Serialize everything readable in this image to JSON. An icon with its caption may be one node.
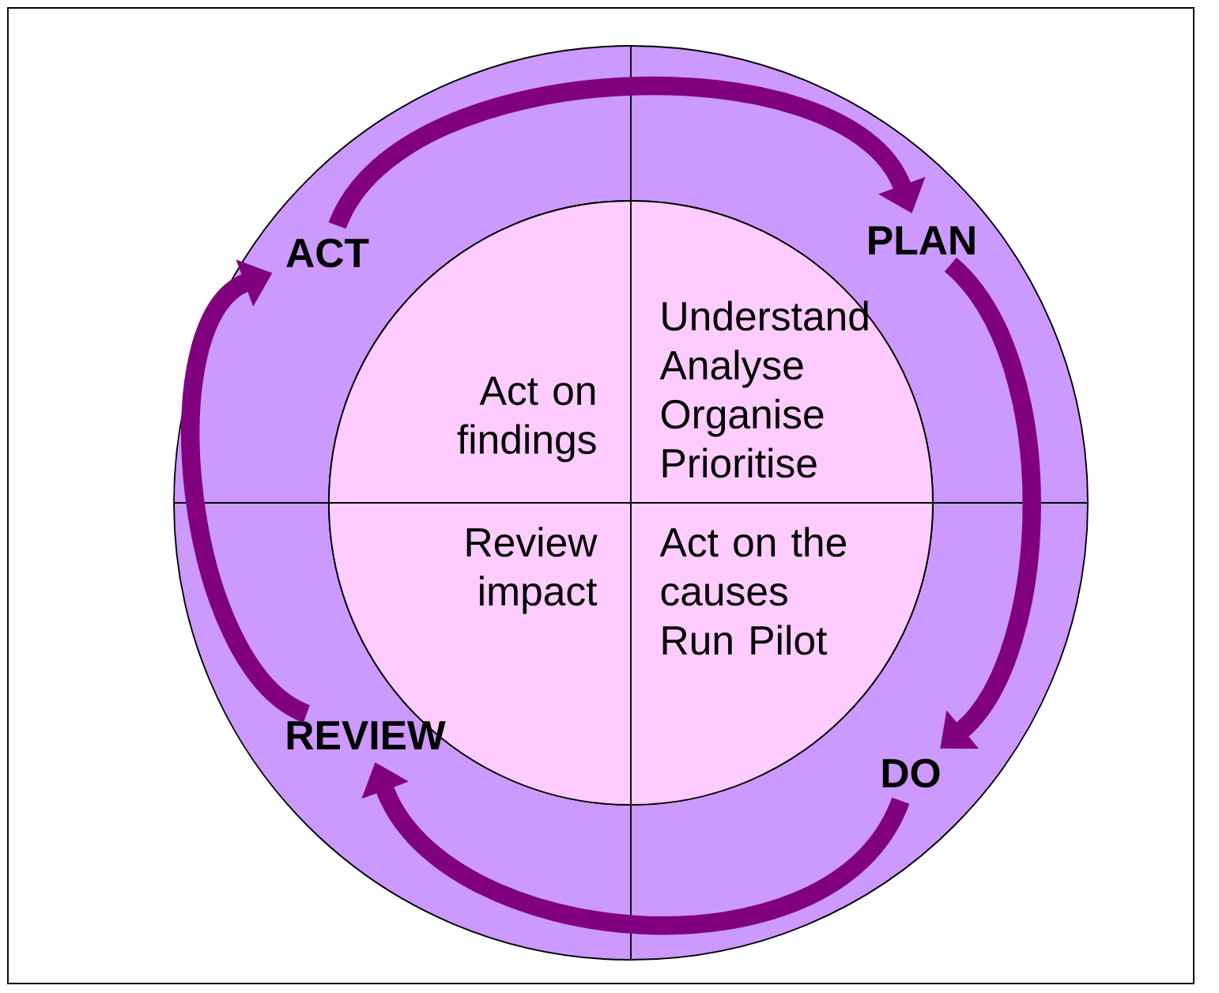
{
  "diagram": {
    "nodes": [
      {
        "text": [
          "ACT"
        ]
      },
      {
        "text": [
          "PLAN"
        ]
      },
      {
        "text": [
          "DO"
        ]
      },
      {
        "text": [
          "REVIEW"
        ]
      }
    ],
    "edges": [
      {
        "from": 0,
        "to": 1,
        "arrow": "to"
      },
      {
        "from": 1,
        "to": 2,
        "arrow": "to"
      },
      {
        "from": 2,
        "to": 3,
        "arrow": "to"
      },
      {
        "from": 3,
        "to": 0,
        "arrow": "to"
      }
    ],
    "labels": [
      "Act on findings",
      "Understand",
      "Analyse",
      "Organise",
      "Prioritise",
      "Review impact",
      "Act on the causes",
      "Run Pilot"
    ]
  }
}
